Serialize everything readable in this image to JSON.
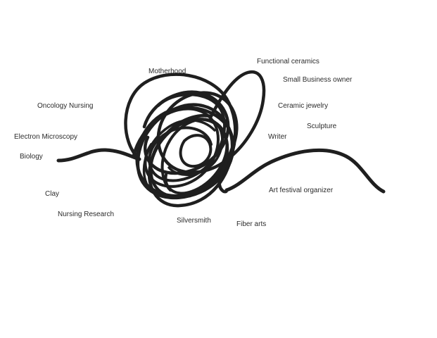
{
  "labels": {
    "motherhood": "Motherhood",
    "functional_ceramics": "Functional ceramics",
    "small_business_owner": "Small Business owner",
    "oncology_nursing": "Oncology Nursing",
    "ceramic_jewelry": "Ceramic jewelry",
    "sculpture": "Sculpture",
    "electron_microscopy": "Electron Microscopy",
    "writer": "Writer",
    "biology": "Biology",
    "art_festival_organizer": "Art festival organizer",
    "clay": "Clay",
    "nursing_research": "Nursing Research",
    "silversmith": "Silversmith",
    "fiber_arts": "Fiber arts"
  },
  "colors": {
    "line": "#1f1f1f",
    "text": "#2b2b2b",
    "background": "#ffffff"
  }
}
